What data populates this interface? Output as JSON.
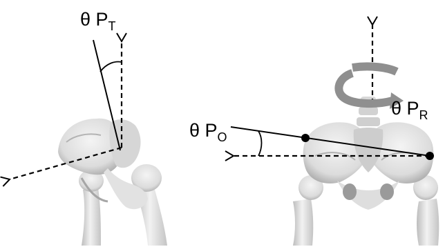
{
  "labels": {
    "tilt": {
      "symbol": "θ P",
      "sub": "T"
    },
    "rotation": {
      "symbol": "θ P",
      "sub": "R"
    },
    "obliquity": {
      "symbol": "θ P",
      "sub": "O"
    }
  },
  "colors": {
    "bone_light": "#ececec",
    "bone_mid": "#cfcfcf",
    "bone_shadow": "#9e9e9e",
    "rotation_arrow": "#8f8f8f",
    "line": "#000000",
    "background": "#ffffff"
  }
}
